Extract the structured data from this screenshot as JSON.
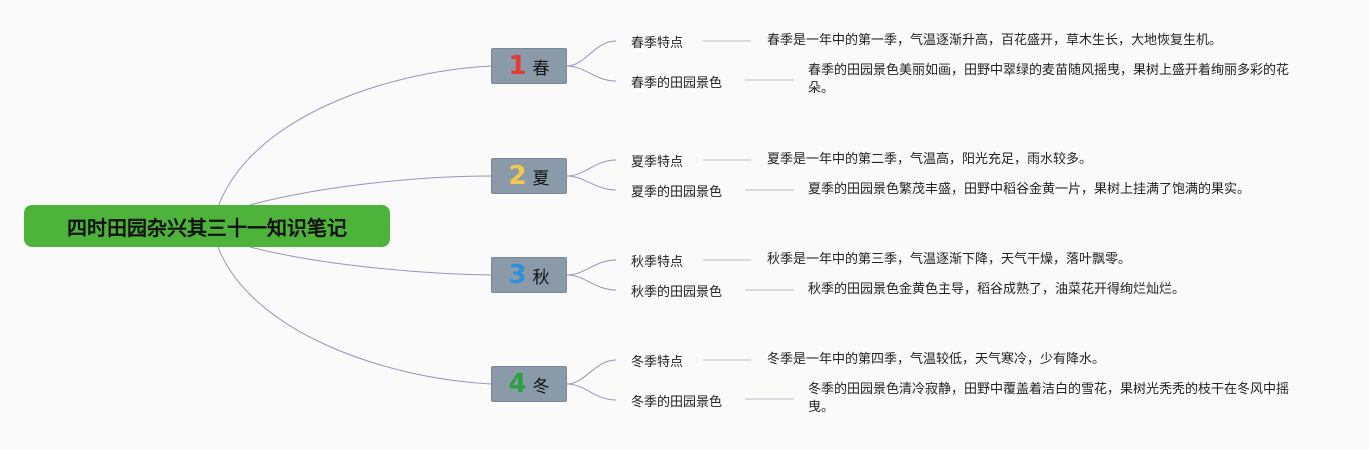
{
  "title": "四时田园杂兴其三十一知识笔记",
  "seasons": [
    {
      "num": "1",
      "name": "春",
      "num_color": "#e53935",
      "features_label": "春季特点",
      "features_text": "春季是一年中的第一季，气温逐渐升高，百花盛开，草木生长，大地恢复生机。",
      "scenery_label": "春季的田园景色",
      "scenery_text": "春季的田园景色美丽如画，田野中翠绿的麦苗随风摇曳，果树上盛开着绚丽多彩的花朵。"
    },
    {
      "num": "2",
      "name": "夏",
      "num_color": "#f2c94c",
      "features_label": "夏季特点",
      "features_text": "夏季是一年中的第二季，气温高，阳光充足，雨水较多。",
      "scenery_label": "夏季的田园景色",
      "scenery_text": "夏季的田园景色繁茂丰盛，田野中稻谷金黄一片，果树上挂满了饱满的果实。"
    },
    {
      "num": "3",
      "name": "秋",
      "num_color": "#2f8fd8",
      "features_label": "秋季特点",
      "features_text": "秋季是一年中的第三季，气温逐渐下降，天气干燥，落叶飘零。",
      "scenery_label": "秋季的田园景色",
      "scenery_text": "秋季的田园景色金黄色主导，稻谷成熟了，油菜花开得绚烂灿烂。"
    },
    {
      "num": "4",
      "name": "冬",
      "num_color": "#2ea043",
      "features_label": "冬季特点",
      "features_text": "冬季是一年中的第四季，气温较低，天气寒冷，少有降水。",
      "scenery_label": "冬季的田园景色",
      "scenery_text": "冬季的田园景色清冷寂静，田野中覆盖着洁白的雪花，果树光秃秃的枝干在冬风中摇曳。"
    }
  ],
  "colors": {
    "root_bg": "#4db33a",
    "season_bg": "#8a9aa8",
    "connector": "#9a93b8",
    "leaf_line": "#b9bcc6"
  }
}
